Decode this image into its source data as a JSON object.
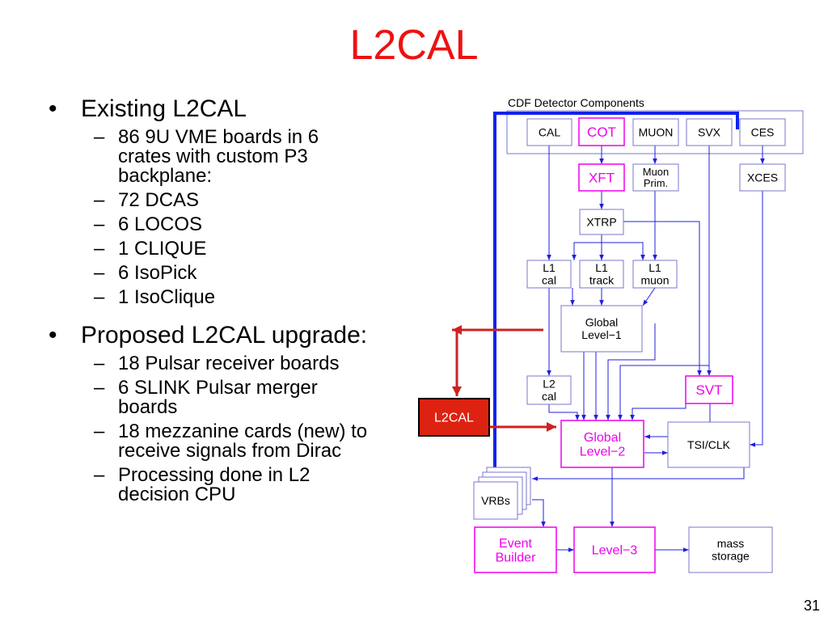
{
  "slide": {
    "title": "L2CAL",
    "page_number": "31"
  },
  "bullets": [
    {
      "text": "Existing L2CAL",
      "subs": [
        [
          "86 9U VME boards in 6",
          "crates with custom P3",
          "backplane:"
        ],
        [
          "72 DCAS"
        ],
        [
          "6 LOCOS"
        ],
        [
          "1 CLIQUE"
        ],
        [
          "6 IsoPick"
        ],
        [
          "1 IsoClique"
        ]
      ]
    },
    {
      "text": "Proposed L2CAL upgrade:",
      "subs": [
        [
          "18 Pulsar receiver boards"
        ],
        [
          "6 SLINK Pulsar merger",
          "boards"
        ],
        [
          "18 mezzanine cards (new) to",
          "receive signals from Dirac"
        ],
        [
          "Processing done in L2",
          "decision CPU"
        ]
      ]
    }
  ],
  "diagram": {
    "group_label": "CDF Detector Components",
    "boxes": {
      "cal": [
        "CAL"
      ],
      "cot": [
        "COT"
      ],
      "muon": [
        "MUON"
      ],
      "svx": [
        "SVX"
      ],
      "ces": [
        "CES"
      ],
      "xft": [
        "XFT"
      ],
      "muon_prim": [
        "Muon",
        "Prim."
      ],
      "xces": [
        "XCES"
      ],
      "xtrp": [
        "XTRP"
      ],
      "l1_cal": [
        "L1",
        "cal"
      ],
      "l1_track": [
        "L1",
        "track"
      ],
      "l1_muon": [
        "L1",
        "muon"
      ],
      "global_l1": [
        "Global",
        "Level−1"
      ],
      "l2_cal": [
        "L2",
        "cal"
      ],
      "svt": [
        "SVT"
      ],
      "l2cal_new": [
        "L2CAL"
      ],
      "global_l2": [
        "Global",
        "Level−2"
      ],
      "tsi_clk": [
        "TSI/CLK"
      ],
      "vrbs": [
        "VRBs"
      ],
      "event_builder": [
        "Event",
        "Builder"
      ],
      "level3": [
        "Level−3"
      ],
      "mass_storage": [
        "mass",
        "storage"
      ]
    },
    "colors": {
      "line": "#2020dd",
      "thick_bus": "#1122ee",
      "magenta": "#ee00ee",
      "red_arrow": "#cc2222",
      "l2cal_fill": "#dd2211",
      "box_border": "#7777cc"
    }
  }
}
